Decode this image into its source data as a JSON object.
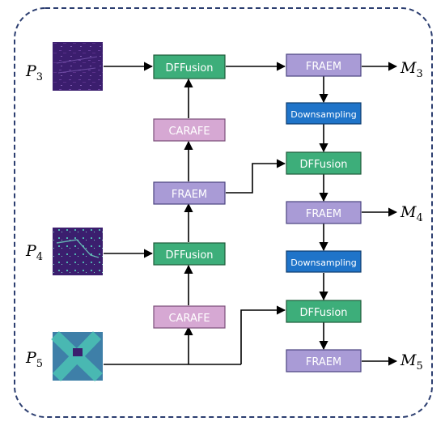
{
  "inputs": [
    {
      "label": "P",
      "sub": "3"
    },
    {
      "label": "P",
      "sub": "4"
    },
    {
      "label": "P",
      "sub": "5"
    }
  ],
  "outputs": [
    {
      "label": "M",
      "sub": "3"
    },
    {
      "label": "M",
      "sub": "4"
    },
    {
      "label": "M",
      "sub": "5"
    }
  ],
  "blocks": {
    "dffusion": "DFFusion",
    "fraem": "FRAEM",
    "carafe": "CARAFE",
    "downsampling": "Downsampling"
  },
  "colors": {
    "dffusion": "#3dae7a",
    "fraem": "#a99bd6",
    "carafe": "#d6a8d3",
    "downsampling": "#1f74c9",
    "border": "#2c3e70"
  }
}
